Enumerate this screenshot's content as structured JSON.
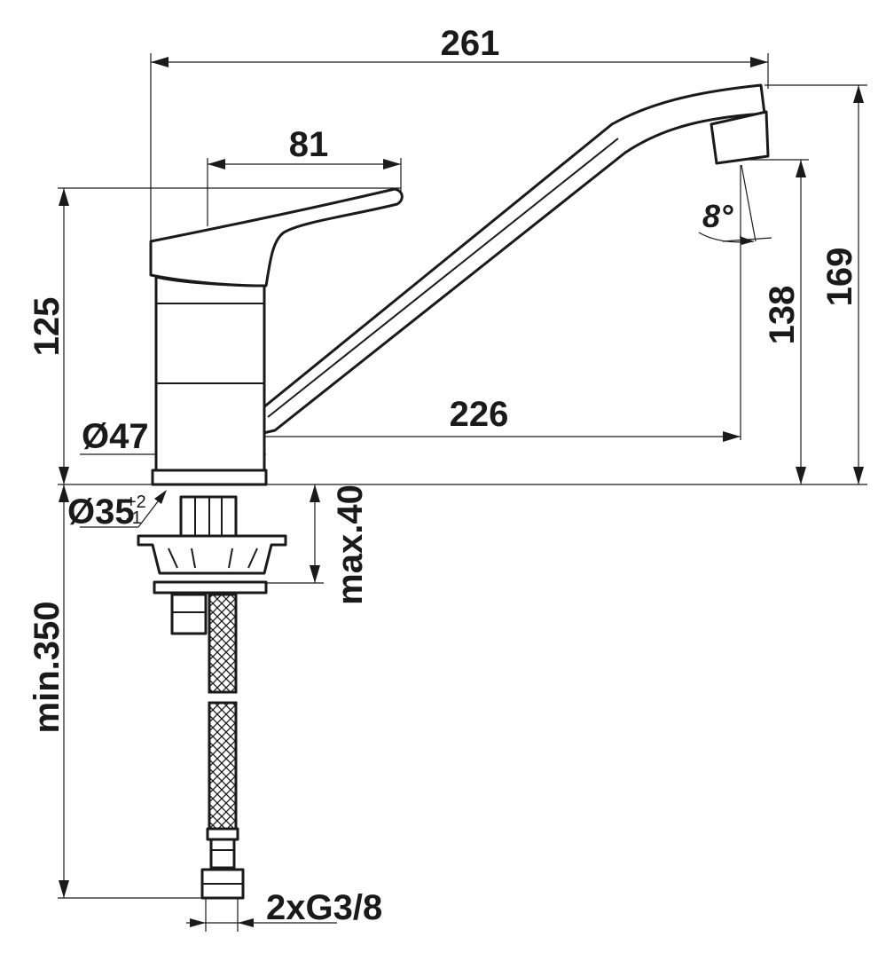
{
  "dimensions": {
    "total_length": "261",
    "handle_length": "81",
    "body_height": "125",
    "spout_reach": "226",
    "outlet_height": "138",
    "total_height": "169",
    "body_diameter": "Ø47",
    "hole_diameter": "Ø35",
    "hole_tol_plus": "+2",
    "hole_tol_minus": "-1",
    "max_thickness": "max.40",
    "hose_length": "min.350",
    "connection": "2xG3/8",
    "spout_angle": "8°"
  },
  "colors": {
    "line": "#1a1a1a",
    "background": "#ffffff"
  }
}
